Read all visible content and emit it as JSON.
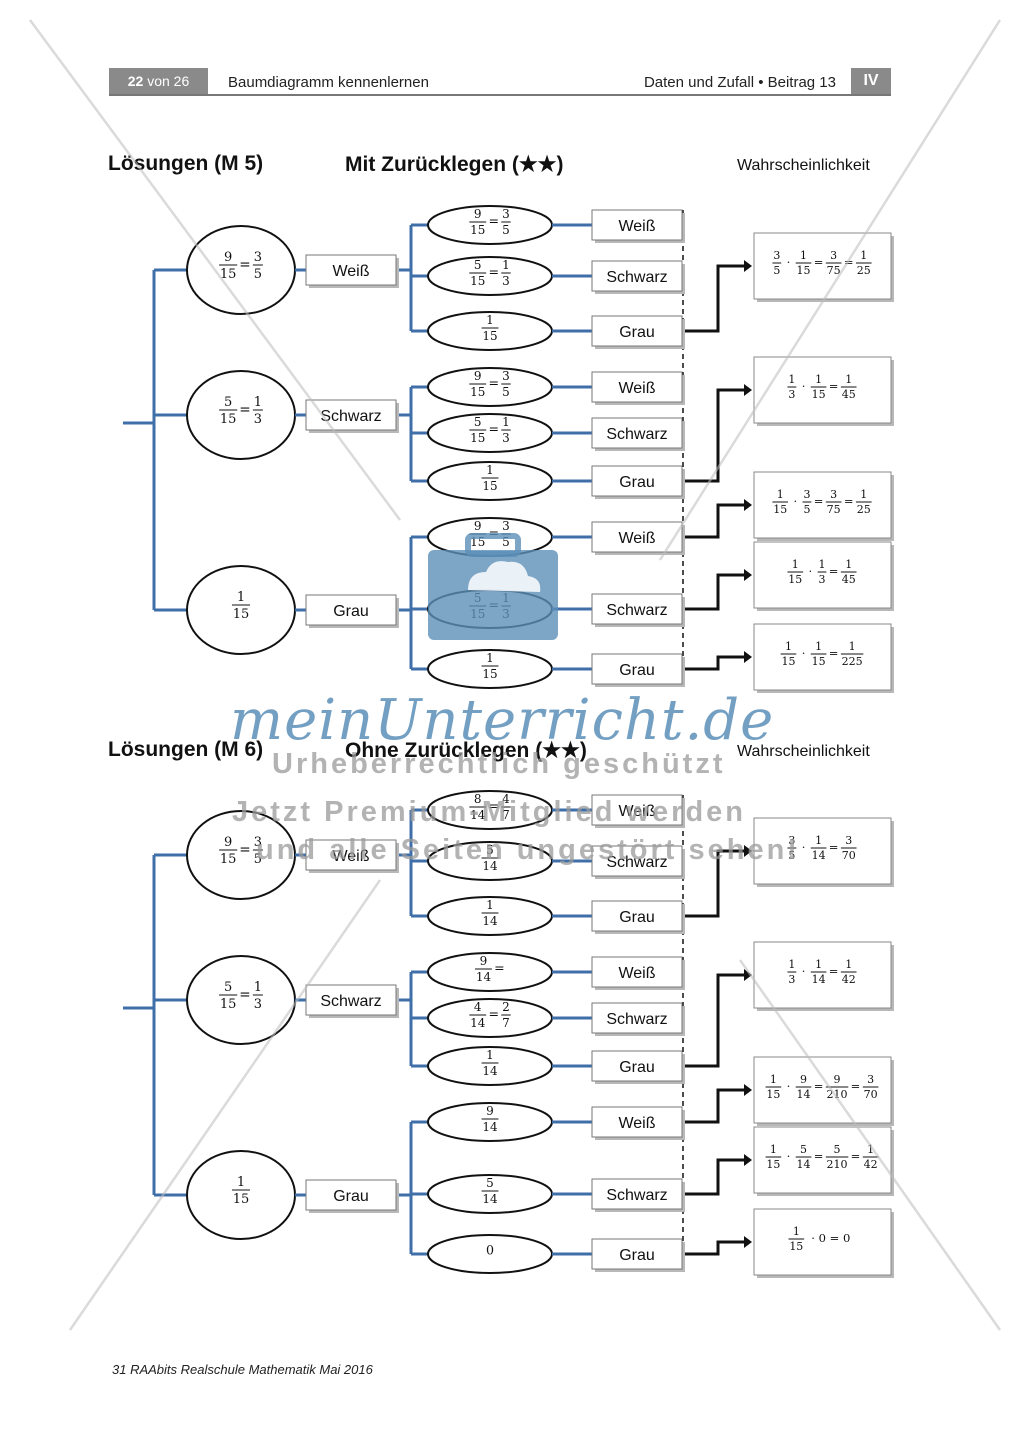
{
  "header": {
    "page_num": "22",
    "page_of": "von 26",
    "title": "Baumdiagramm kennenlernen",
    "right": "Daten und Zufall • Beitrag 13",
    "badge": "IV"
  },
  "sections": [
    {
      "heading_left": "Lösungen (M 5)",
      "heading_mid": "Mit Zurücklegen (★★)",
      "heading_right": "Wahrscheinlichkeit",
      "groups": [
        {
          "label": "Weiß",
          "prob": [
            [
              "9",
              "15"
            ],
            "=",
            [
              "3",
              "5"
            ]
          ],
          "children": [
            {
              "label": "Weiß",
              "prob": [
                [
                  "9",
                  "15"
                ],
                "=",
                [
                  "3",
                  "5"
                ]
              ]
            },
            {
              "label": "Schwarz",
              "prob": [
                [
                  "5",
                  "15"
                ],
                "=",
                [
                  "1",
                  "3"
                ]
              ]
            },
            {
              "label": "Grau",
              "prob": [
                [
                  "1",
                  "15"
                ]
              ]
            }
          ]
        },
        {
          "label": "Schwarz",
          "prob": [
            [
              "5",
              "15"
            ],
            "=",
            [
              "1",
              "3"
            ]
          ],
          "children": [
            {
              "label": "Weiß",
              "prob": [
                [
                  "9",
                  "15"
                ],
                "=",
                [
                  "3",
                  "5"
                ]
              ]
            },
            {
              "label": "Schwarz",
              "prob": [
                [
                  "5",
                  "15"
                ],
                "=",
                [
                  "1",
                  "3"
                ]
              ]
            },
            {
              "label": "Grau",
              "prob": [
                [
                  "1",
                  "15"
                ]
              ]
            }
          ]
        },
        {
          "label": "Grau",
          "prob": [
            [
              "1",
              "15"
            ]
          ],
          "children": [
            {
              "label": "Weiß",
              "prob": [
                [
                  "9",
                  "15"
                ],
                "=",
                [
                  "3",
                  "5"
                ]
              ]
            },
            {
              "label": "Schwarz",
              "prob": [
                [
                  "5",
                  "15"
                ],
                "=",
                [
                  "1",
                  "3"
                ]
              ]
            },
            {
              "label": "Grau",
              "prob": [
                [
                  "1",
                  "15"
                ]
              ]
            }
          ]
        }
      ],
      "results": [
        [
          [
            "3",
            "5"
          ],
          "·",
          [
            "1",
            "15"
          ],
          "=",
          [
            "3",
            "75"
          ],
          "=",
          [
            "1",
            "25"
          ]
        ],
        [
          [
            "1",
            "3"
          ],
          "·",
          [
            "1",
            "15"
          ],
          "=",
          [
            "1",
            "45"
          ]
        ],
        [
          [
            "1",
            "15"
          ],
          "·",
          [
            "3",
            "5"
          ],
          "=",
          [
            "3",
            "75"
          ],
          "=",
          [
            "1",
            "25"
          ]
        ],
        [
          [
            "1",
            "15"
          ],
          "·",
          [
            "1",
            "3"
          ],
          "=",
          [
            "1",
            "45"
          ]
        ],
        [
          [
            "1",
            "15"
          ],
          "·",
          [
            "1",
            "15"
          ],
          "=",
          [
            "1",
            "225"
          ]
        ]
      ]
    },
    {
      "heading_left": "Lösungen (M 6)",
      "heading_mid": "Ohne Zurücklegen (★★)",
      "heading_right": "Wahrscheinlichkeit",
      "groups": [
        {
          "label": "Weiß",
          "prob": [
            [
              "9",
              "15"
            ],
            "=",
            [
              "3",
              "5"
            ]
          ],
          "children": [
            {
              "label": "Weiß",
              "prob": [
                [
                  "8",
                  "14"
                ],
                "=",
                [
                  "4",
                  "7"
                ]
              ]
            },
            {
              "label": "Schwarz",
              "prob": [
                [
                  "5",
                  "14"
                ]
              ]
            },
            {
              "label": "Grau",
              "prob": [
                [
                  "1",
                  "14"
                ]
              ]
            }
          ]
        },
        {
          "label": "Schwarz",
          "prob": [
            [
              "5",
              "15"
            ],
            "=",
            [
              "1",
              "3"
            ]
          ],
          "children": [
            {
              "label": "Weiß",
              "prob": [
                [
                  "9",
                  "14"
                ],
                "="
              ]
            },
            {
              "label": "Schwarz",
              "prob": [
                [
                  "4",
                  "14"
                ],
                "=",
                [
                  "2",
                  "7"
                ]
              ]
            },
            {
              "label": "Grau",
              "prob": [
                [
                  "1",
                  "14"
                ]
              ]
            }
          ]
        },
        {
          "label": "Grau",
          "prob": [
            [
              "1",
              "15"
            ]
          ],
          "children": [
            {
              "label": "Weiß",
              "prob": [
                [
                  "9",
                  "14"
                ]
              ]
            },
            {
              "label": "Schwarz",
              "prob": [
                [
                  "5",
                  "14"
                ]
              ]
            },
            {
              "label": "Grau",
              "prob": [
                "0"
              ]
            }
          ]
        }
      ],
      "results": [
        [
          [
            "3",
            "5"
          ],
          "·",
          [
            "1",
            "14"
          ],
          "=",
          [
            "3",
            "70"
          ]
        ],
        [
          [
            "1",
            "3"
          ],
          "·",
          [
            "1",
            "14"
          ],
          "=",
          [
            "1",
            "42"
          ]
        ],
        [
          [
            "1",
            "15"
          ],
          "·",
          [
            "9",
            "14"
          ],
          "=",
          [
            "9",
            "210"
          ],
          "=",
          [
            "3",
            "70"
          ]
        ],
        [
          [
            "1",
            "15"
          ],
          "·",
          [
            "5",
            "14"
          ],
          "=",
          [
            "5",
            "210"
          ],
          "=",
          [
            "1",
            "42"
          ]
        ],
        [
          [
            "1",
            "15"
          ],
          "· 0 = 0"
        ]
      ]
    }
  ],
  "watermark": {
    "logo": "meinUnterricht.de",
    "line1": "Urheberrechtlich geschützt",
    "line2": "Jetzt Premium-Mitglied werden",
    "line3": "und alle Seiten ungestört sehen!"
  },
  "footer": "31 RAAbits Realschule Mathematik Mai 2016",
  "colors": {
    "tree_line": "#3f6fa8",
    "arrow": "#111111",
    "header_bar": "#8a8a8a",
    "watermark_blue": "#5b8fb8"
  }
}
